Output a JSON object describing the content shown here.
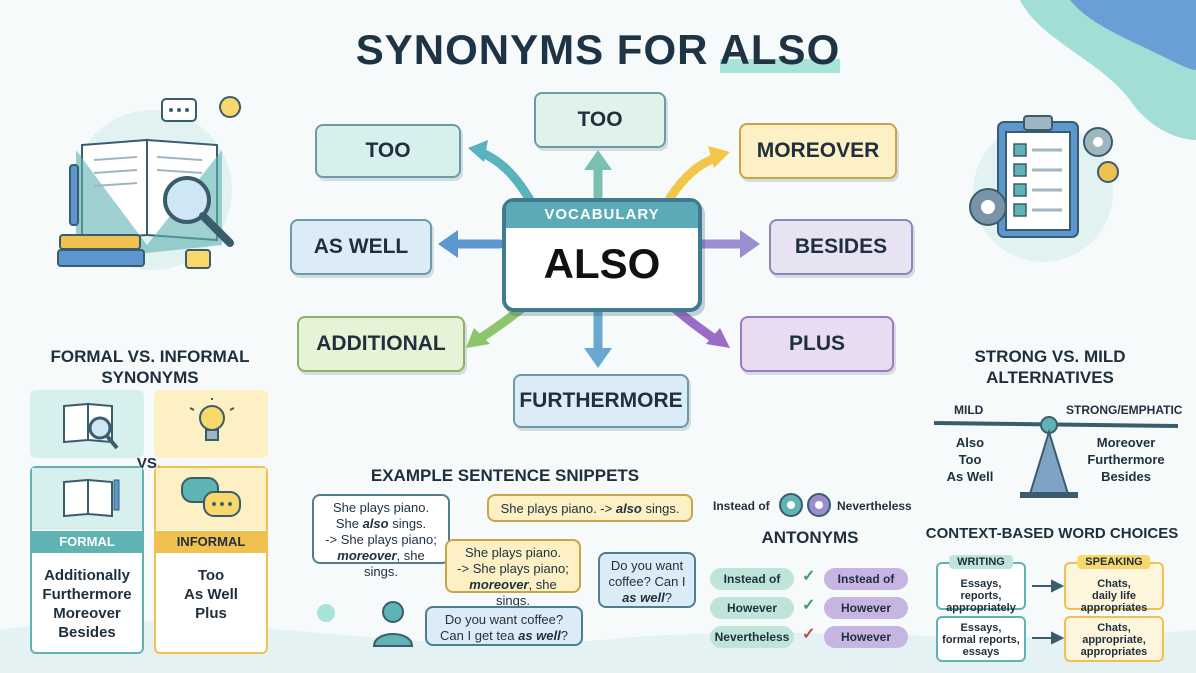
{
  "title_pre": "SYNONYMS FOR ",
  "title_hl": "ALSO",
  "center": {
    "tag": "VOCABULARY",
    "word": "ALSO"
  },
  "synonyms": {
    "too_left": "TOO",
    "too_top": "TOO",
    "moreover": "MOREOVER",
    "as_well": "AS WELL",
    "besides": "BESIDES",
    "additional": "ADDITIONAL",
    "plus": "PLUS",
    "furthermore": "FURTHERMORE"
  },
  "formal_informal": {
    "heading_line1": "FORMAL VS. INFORMAL",
    "heading_line2": "SYNONYMS",
    "vs": "VS.",
    "formal_label": "FORMAL",
    "informal_label": "INFORMAL",
    "formal_words": [
      "Additionally",
      "Furthermore",
      "Moreover",
      "Besides"
    ],
    "informal_words": [
      "Too",
      "As Well",
      "Plus"
    ]
  },
  "examples": {
    "heading": "EXAMPLE SENTENCE SNIPPETS",
    "b1": {
      "l1": "She plays piano.",
      "l2a": "She ",
      "l2b": "also",
      "l2c": " sings.",
      "l3": "-> She plays piano;",
      "l4a": "moreover",
      "l4b": ", she sings."
    },
    "b2": {
      "a": "She plays piano. -> ",
      "b": "also",
      "c": " sings."
    },
    "b3": {
      "l1": "She plays piano.",
      "l2": "-> She plays piano;",
      "l3a": "moreover",
      "l3b": ", she sings."
    },
    "b4": {
      "l1": "Do you want",
      "l2": "coffee? Can I",
      "l3a": "as well",
      "l3b": "?"
    },
    "b5": {
      "l1": "Do you want coffee?",
      "l2a": "Can I get tea ",
      "l2b": "as well",
      "l2c": "?"
    }
  },
  "antonyms": {
    "top_left": "Instead of",
    "top_right": "Nevertheless",
    "heading": "ANTONYMS",
    "rows": [
      {
        "left": "Instead of",
        "right": "Instead of"
      },
      {
        "left": "However",
        "right": "However"
      },
      {
        "left": "Nevertheless",
        "right": "However"
      }
    ]
  },
  "strong_mild": {
    "heading_line1": "STRONG VS. MILD",
    "heading_line2": "ALTERNATIVES",
    "mild_label": "MILD",
    "strong_label": "STRONG/EMPHATIC",
    "mild_words": [
      "Also",
      "Too",
      "As Well"
    ],
    "strong_words": [
      "Moreover",
      "Furthermore",
      "Besides"
    ]
  },
  "context": {
    "heading": "CONTEXT-BASED WORD CHOICES",
    "writing_label": "WRITING",
    "speaking_label": "SPEAKING",
    "w1": [
      "Essays,",
      "reports,",
      "appropriately"
    ],
    "s1": [
      "Chats,",
      "daily life",
      "appropriates"
    ],
    "w2": [
      "Essays,",
      "formal reports,",
      "essays"
    ],
    "s2": [
      "Chats,",
      "appropriate,",
      "appropriates"
    ]
  },
  "colors": {
    "teal": "#d7f0ee",
    "mint": "#dff3ea",
    "yellow": "#fdf0c4",
    "blue": "#dcecf7",
    "lavender": "#e8e3f3",
    "green": "#e7f3d6",
    "purple": "#e7dcf2",
    "border": "#4d7f8f"
  }
}
